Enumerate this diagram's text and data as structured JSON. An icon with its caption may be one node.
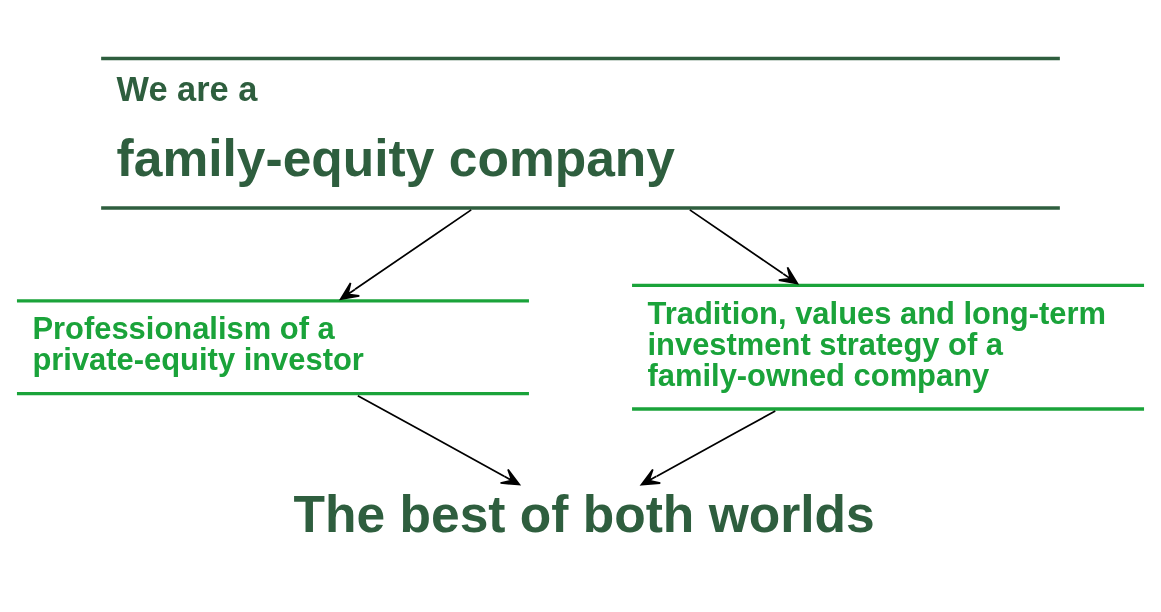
{
  "diagram": {
    "nodes": [
      {
        "text": [
          "We are a",
          "family-equity company"
        ]
      },
      {
        "text": [
          "Professionalism of a private-equity investor"
        ]
      },
      {
        "text": [
          "Tradition, values and long-term investment strategy of a family-owned company"
        ]
      },
      {
        "text": [
          "The best of both worlds"
        ]
      }
    ],
    "edges": [
      {
        "from": 0,
        "to": 1,
        "arrow": "to"
      },
      {
        "from": 0,
        "to": 2,
        "arrow": "to"
      },
      {
        "from": 1,
        "to": 3,
        "arrow": "to"
      },
      {
        "from": 2,
        "to": 3,
        "arrow": "to"
      }
    ]
  }
}
